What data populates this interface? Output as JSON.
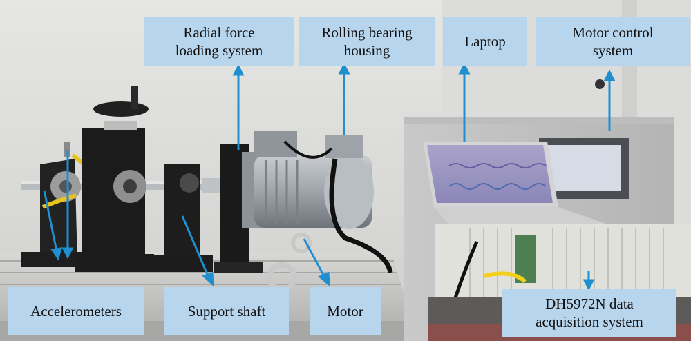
{
  "labels": {
    "radial_force": "Radial force\nloading system",
    "rolling_bearing": "Rolling bearing\nhousing",
    "laptop": "Laptop",
    "motor_control": "Motor control\nsystem",
    "accelerometers": "Accelerometers",
    "support_shaft": "Support shaft",
    "motor": "Motor",
    "daq": "DH5972N data\nacquisition system"
  },
  "colors": {
    "label_fill": "#b8d5ee",
    "arrow": "#1f8fd0"
  }
}
